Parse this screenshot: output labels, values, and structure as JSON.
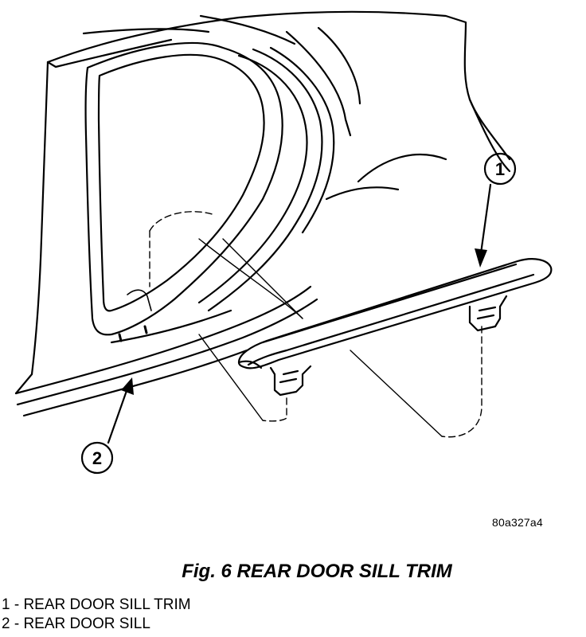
{
  "figure": {
    "title": "Fig. 6 REAR DOOR SILL TRIM",
    "image_code": "80a327a4"
  },
  "callouts": [
    {
      "number": "1",
      "label": "REAR DOOR SILL TRIM"
    },
    {
      "number": "2",
      "label": "REAR DOOR SILL"
    }
  ],
  "legend": [
    "1 - REAR DOOR SILL TRIM",
    "2 - REAR DOOR SILL"
  ]
}
